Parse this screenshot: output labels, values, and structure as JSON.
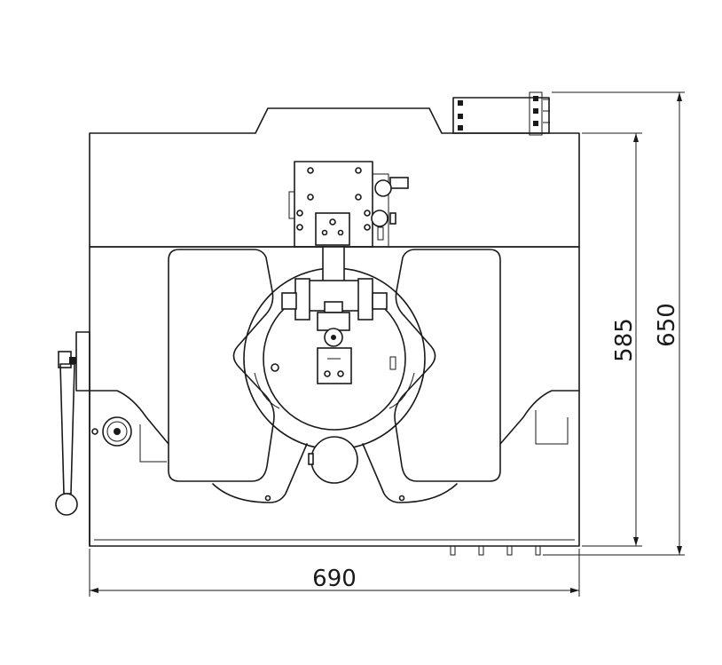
{
  "drawing": {
    "dimensions": {
      "width": "690",
      "depth": "585",
      "depth_overall": "650"
    }
  }
}
